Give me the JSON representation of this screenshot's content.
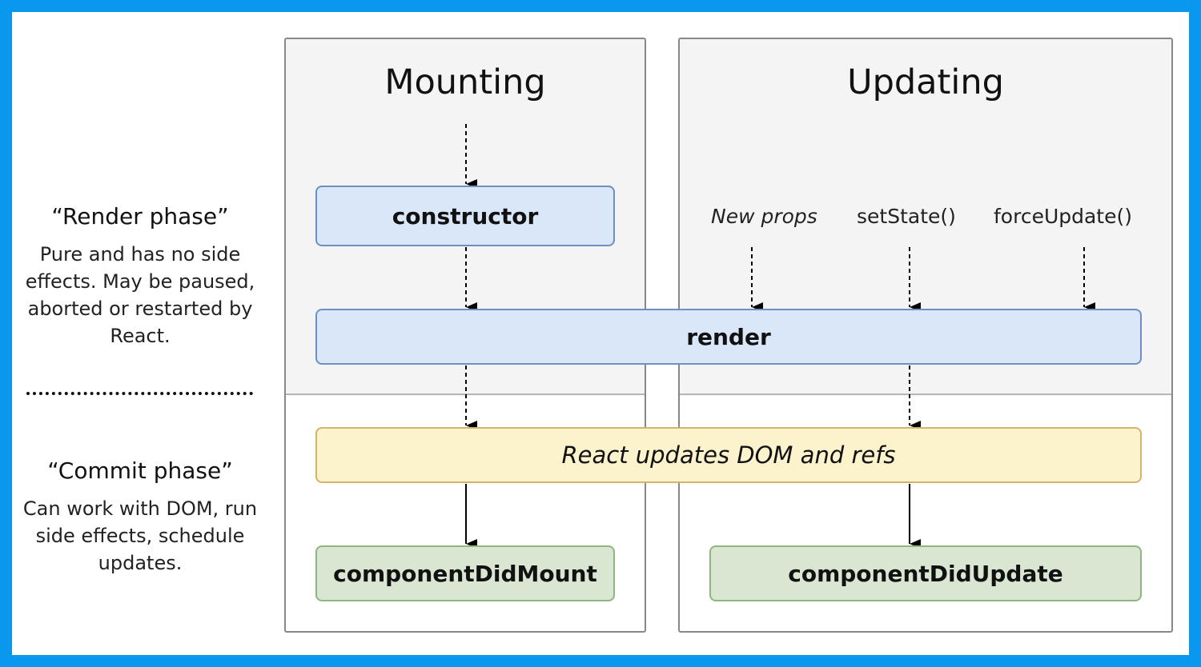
{
  "columns": {
    "mounting": {
      "title": "Mounting"
    },
    "updating": {
      "title": "Updating"
    }
  },
  "phases": {
    "render": {
      "title": "“Render phase”",
      "description": "Pure and has no side effects. May be paused, aborted or restarted by React."
    },
    "commit": {
      "title": "“Commit phase”",
      "description": "Can work with DOM, run side effects, schedule updates."
    }
  },
  "triggers": {
    "new_props": "New props",
    "set_state": "setState()",
    "force_update": "forceUpdate()"
  },
  "nodes": {
    "constructor": "constructor",
    "render": "render",
    "react_updates": "React updates DOM and refs",
    "component_did_mount": "componentDidMount",
    "component_did_update": "componentDidUpdate"
  },
  "colors": {
    "frame": "#0a98ef",
    "render_node": "#dae7f8",
    "commit_node": "#fcf2cc",
    "lifecycle_node": "#d8e6d2"
  }
}
